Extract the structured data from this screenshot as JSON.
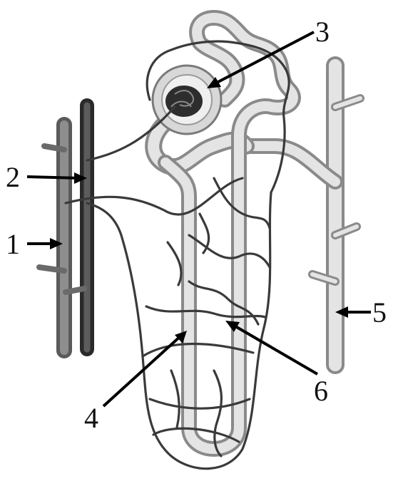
{
  "labels": {
    "l1": "1",
    "l2": "2",
    "l3": "3",
    "l4": "4",
    "l5": "5",
    "l6": "6"
  },
  "colors": {
    "artery": "#6e6e6e",
    "vein": "#3c3c3c",
    "tubule": "#d9d9d9",
    "collecting_duct": "#e2e2e2",
    "capillary": "#3a3a3a"
  }
}
